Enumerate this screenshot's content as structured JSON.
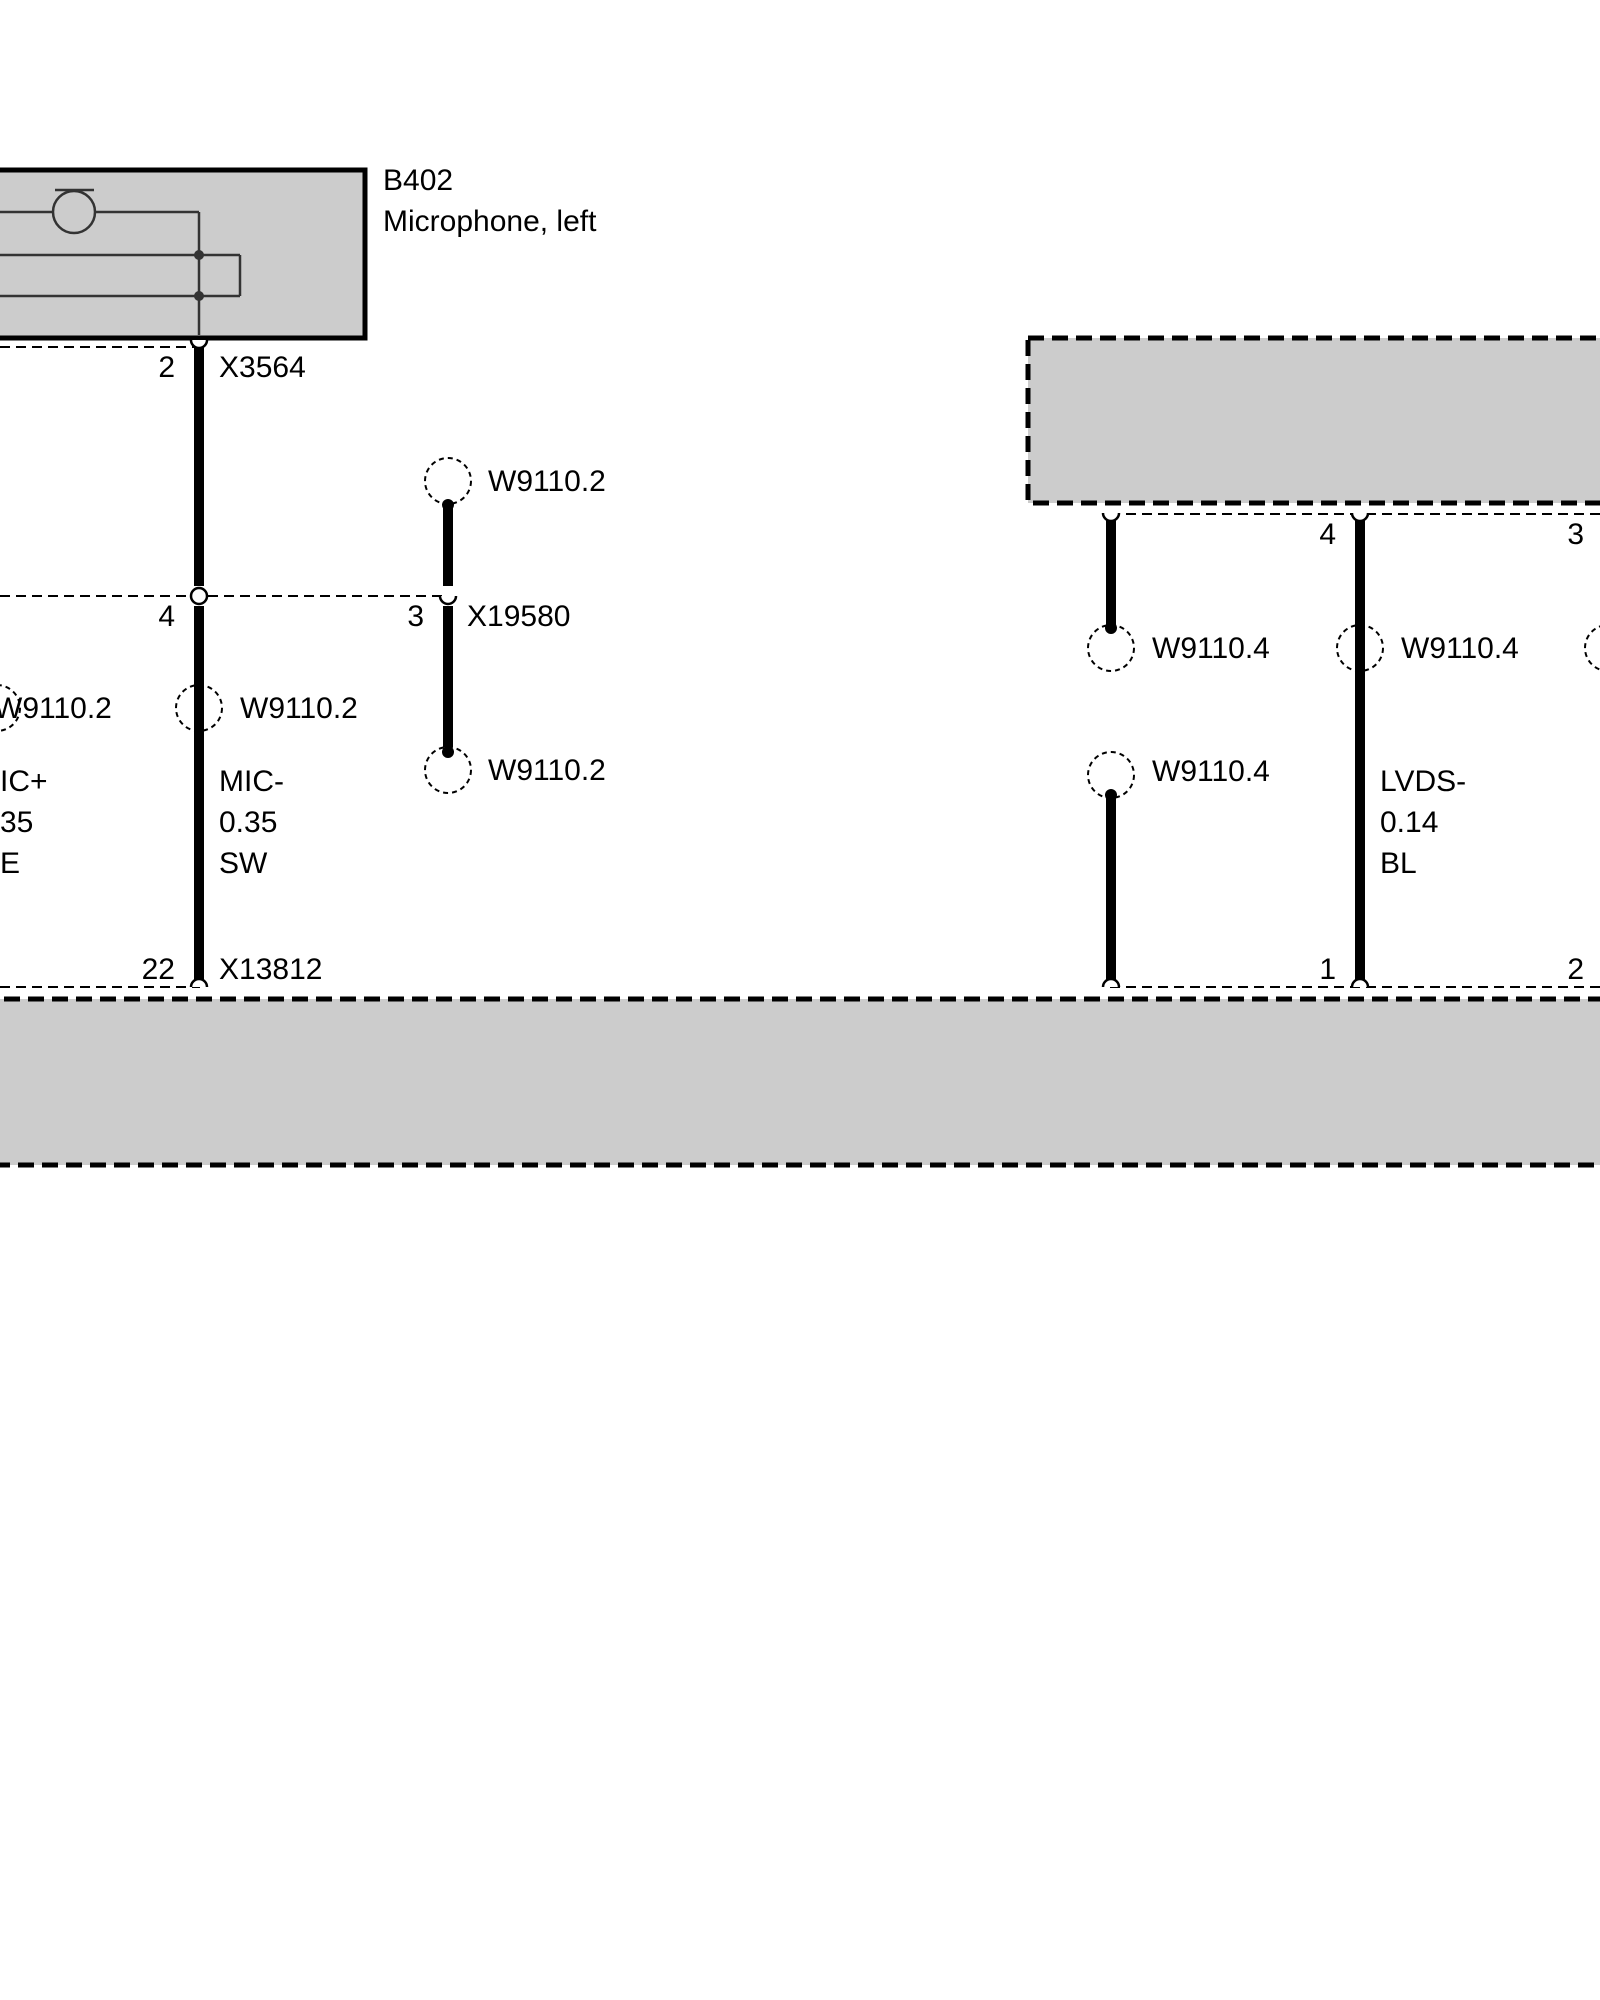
{
  "components": {
    "microphone": {
      "id": "B402",
      "name": "Microphone, left"
    }
  },
  "connectors": {
    "x3564": {
      "id": "X3564",
      "pin": "2"
    },
    "x19580": {
      "id": "X19580",
      "pin_mic": "4",
      "pin_branch": "3"
    },
    "x13812": {
      "id": "X13812",
      "pin": "22"
    },
    "upper_module": {
      "pin_lvds": "4",
      "pin_right": "3"
    },
    "lower_module": {
      "pin_lvds": "1",
      "pin_right": "2"
    }
  },
  "shields": {
    "branch_top": "W9110.2",
    "mic_plus": "W9110.2",
    "mic_minus": "W9110.2",
    "branch_bottom": "W9110.2",
    "mid_upper": "W9110.4",
    "mid_lower": "W9110.4",
    "lvds": "W9110.4"
  },
  "wires": {
    "mic_plus": {
      "signal": "IC+",
      "gauge": "35",
      "color": "E"
    },
    "mic_minus": {
      "signal": "MIC-",
      "gauge": "0.35",
      "color": "SW"
    },
    "lvds": {
      "signal": "LVDS-",
      "gauge": "0.14",
      "color": "BL"
    }
  },
  "colors": {
    "module_fill": "#cccccc",
    "line": "#000000",
    "symbol_line": "#333333"
  }
}
